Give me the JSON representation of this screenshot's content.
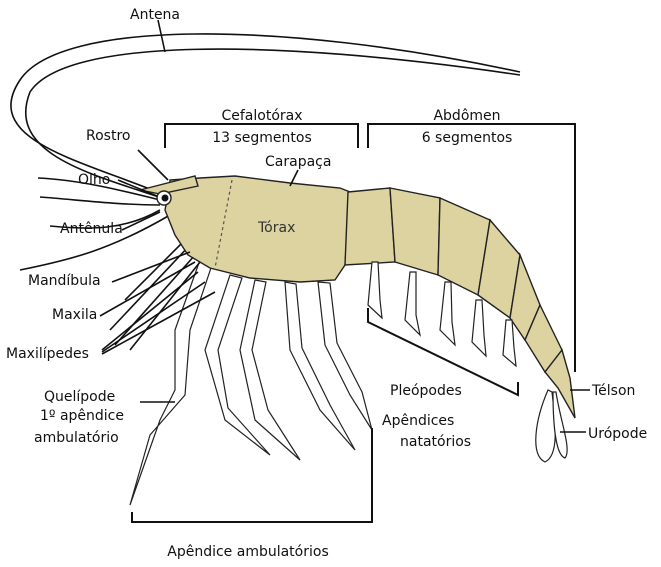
{
  "body_color": "#dcd3a0",
  "labels": {
    "antena": "Antena",
    "rostro": "Rostro",
    "olho": "Olho",
    "antenula": "Antênula",
    "mandibula": "Mandíbula",
    "maxila": "Maxila",
    "maxilipedes": "Maxilípedes",
    "quelipode_1": "Quelípode",
    "quelipode_2": "1º apêndice",
    "quelipode_3": "ambulatório",
    "cefalotorax_1": "Cefalotórax",
    "cefalotorax_2": "13 segmentos",
    "carapaca": "Carapaça",
    "torax": "Tórax",
    "abdomen_1": "Abdômen",
    "abdomen_2": "6 segmentos",
    "pleopodes": "Pleópodes",
    "apendices_1": "Apêndices",
    "apendices_2": "natatórios",
    "telson": "Télson",
    "uropode": "Urópode",
    "ambulatorios": "Apêndice ambulatórios"
  }
}
